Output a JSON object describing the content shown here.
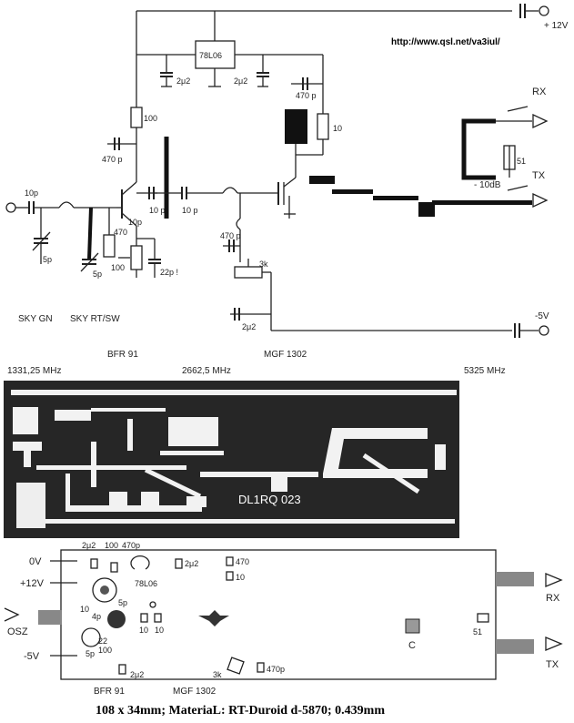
{
  "header": {
    "url": "http://www.qsl.net/va3iul/"
  },
  "schematic": {
    "supply_pos": "+ 12V",
    "supply_neg": "-5V",
    "regulator": "78L06",
    "c_reg_in": "2μ2",
    "c_reg_out": "2μ2",
    "r_collector": "100",
    "c_bypass1": "470 p",
    "c_in": "10p",
    "c_trim_in": "5p",
    "c_trim2": "5p",
    "c_mid": "10 p",
    "c_mid2": "10 p",
    "c_base": "10p",
    "r_bias": "470",
    "r_pot": "100",
    "c_emitter": "22p !",
    "c_bypass2": "470 p",
    "r_drain": "10",
    "c_gate_bypass": "470 p",
    "pot_gate": "3k",
    "c_gate_neg": "2μ2",
    "r_att": "51",
    "att_label": "- 10dB",
    "rx": "RX",
    "tx": "TX",
    "sky1": "SKY GN",
    "sky2": "SKY RT/SW",
    "transistor1": "BFR 91",
    "transistor2": "MGF 1302",
    "freq1": "1331,25 MHz",
    "freq2": "2662,5 MHz",
    "freq3": "5325 MHz"
  },
  "pcb": {
    "marking": "DL1RQ  023"
  },
  "layout": {
    "v0": "0V",
    "v12": "+12V",
    "v5": "-5V",
    "osz": "OSZ",
    "rx": "RX",
    "tx": "TX",
    "c_top1": "2μ2",
    "r_top": "100",
    "c_top2": "470p",
    "reg": "78L06",
    "c_reg": "2μ2",
    "c_470": "470",
    "r_10": "10",
    "c_5p": "5p",
    "c_10": "10",
    "c_4p": "4p",
    "r_10a": "10",
    "r_10b": "10",
    "c_22": "22",
    "r_100": "100",
    "c_5p2": "5p",
    "c_bot": "2μ2",
    "pot_3k": "3k",
    "c_470p": "470p",
    "c_label": "C",
    "r_51": "51",
    "part1": "BFR 91",
    "part2": "MGF 1302"
  },
  "caption": "108 x 34mm;  MateriaL:  RT-Duroid d-5870; 0.439mm"
}
